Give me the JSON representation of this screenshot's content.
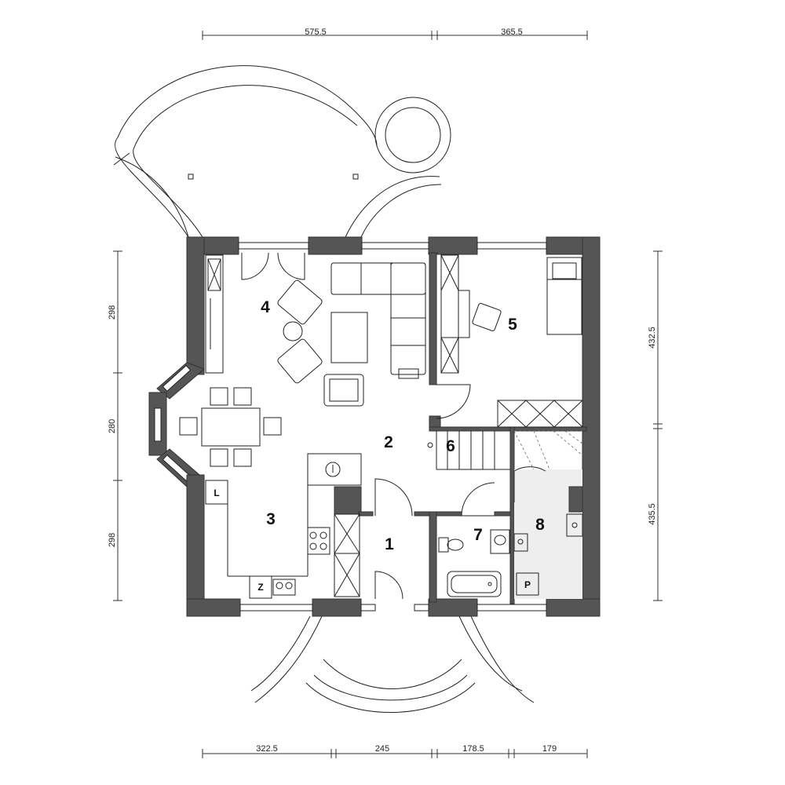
{
  "dimensions": {
    "top": [
      "575.5",
      "365.5"
    ],
    "bottom": [
      "322.5",
      "245",
      "178.5",
      "179"
    ],
    "left": [
      "298",
      "280",
      "298"
    ],
    "right": [
      "432.5",
      "435.5"
    ]
  },
  "rooms": [
    "1",
    "2",
    "3",
    "4",
    "5",
    "6",
    "7",
    "8"
  ],
  "fixture_labels": {
    "L": "L",
    "Z": "Z",
    "P": "P"
  },
  "colors": {
    "wall": "#555555",
    "utility_floor": "#eeeeee"
  }
}
